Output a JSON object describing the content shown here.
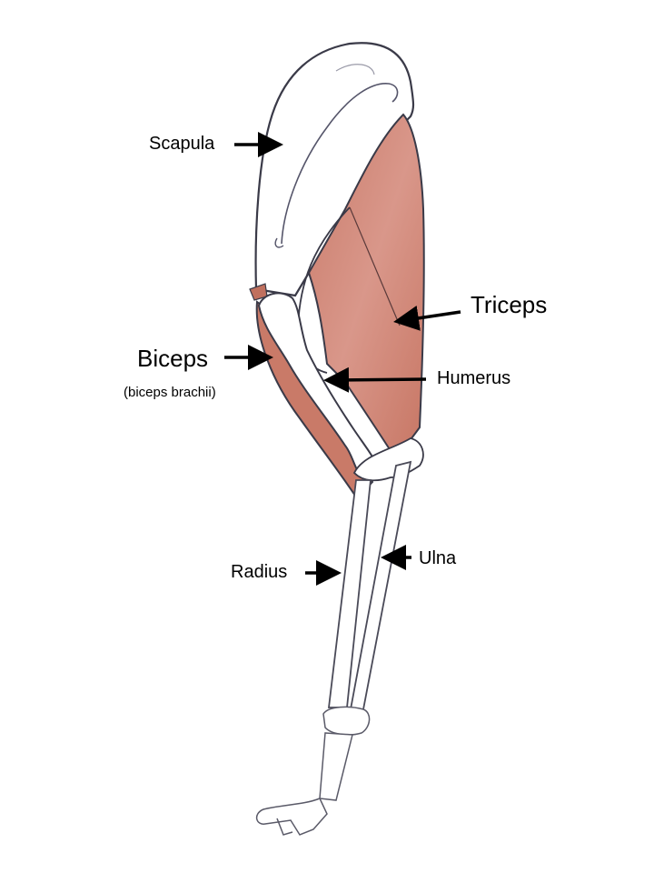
{
  "diagram": {
    "subject": "Forelimb musculoskeletal anatomy",
    "colors": {
      "muscle": "#d08a7c",
      "muscle_dark": "#c47564",
      "bone_fill": "#ffffff",
      "outline": "#3a3a48",
      "arrow": "#000000",
      "background": "#ffffff"
    },
    "labels": [
      {
        "id": "scapula",
        "text": "Scapula"
      },
      {
        "id": "triceps",
        "text": "Triceps"
      },
      {
        "id": "biceps",
        "text": "Biceps"
      },
      {
        "id": "biceps_sub",
        "text": "(biceps brachii)"
      },
      {
        "id": "humerus",
        "text": "Humerus"
      },
      {
        "id": "radius",
        "text": "Radius"
      },
      {
        "id": "ulna",
        "text": "Ulna"
      }
    ]
  }
}
